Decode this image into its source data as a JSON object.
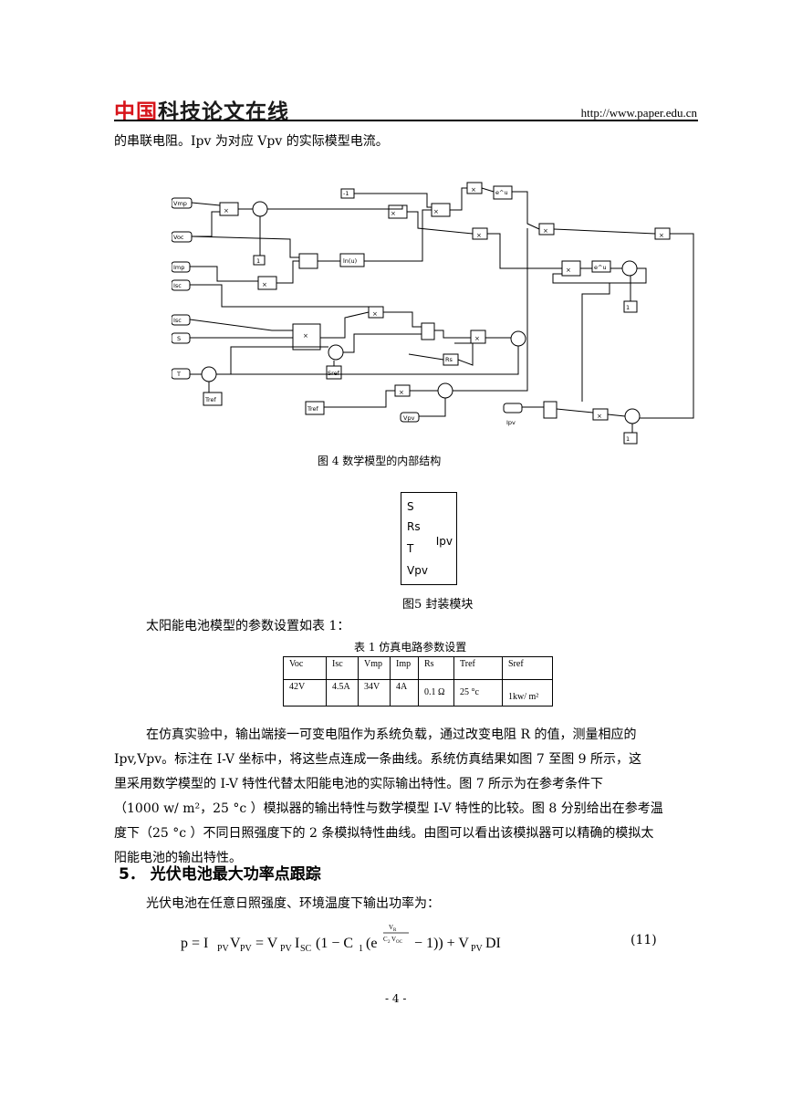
{
  "header": {
    "logo_red": "中国",
    "logo_black": "科技论文在线",
    "url": "http://www.paper.edu.cn"
  },
  "intro_text": "的串联电阻。Ipv 为对应 Vpv 的实际模型电流。",
  "figure4": {
    "caption": "图 4   数学模型的内部结构",
    "blocks": {
      "vmp": "Vmp",
      "voc": "Voc",
      "imp": "Imp",
      "isc1": "Isc",
      "isc2": "Isc",
      "s": "S",
      "t": "T",
      "tref1": "Tref",
      "tref2": "Tref",
      "sref": "Sref",
      "rs": "Rs",
      "vpv": "Vpv",
      "ipv": "Ipv",
      "minus1": "-1",
      "one": "1",
      "ln": "ln(u)",
      "eu": "e^u",
      "port1": "1"
    }
  },
  "figure5": {
    "caption": "图5  封装模块",
    "inputs": [
      "S",
      "Rs",
      "T",
      "Vpv"
    ],
    "output": "Ipv"
  },
  "intro_table": "太阳能电池模型的参数设置如表 1：",
  "table1": {
    "title": "表 1  仿真电路参数设置",
    "headers": [
      "Voc",
      "Isc",
      "Vmp",
      "Imp",
      "Rs",
      "Tref",
      "Sref"
    ],
    "values": [
      "42V",
      "4.5A",
      "34V",
      "4A",
      "0.1 Ω",
      "25 °c",
      "1kw/ m²"
    ]
  },
  "body_paragraph": [
    "在仿真实验中，输出端接一可变电阻作为系统负载，通过改变电阻 R 的值，测量相应的",
    "Ipv,Vpv。标注在 I-V 坐标中，将这些点连成一条曲线。系统仿真结果如图 7 至图 9 所示，这",
    "里采用数学模型的 I-V 特性代替太阳能电池的实际输出特性。图 7 所示为在参考条件下",
    "（1000 w/ m²，25 °c ）模拟器的输出特性与数学模型 I-V 特性的比较。图 8 分别给出在参考温",
    "度下（25 °c ）不同日照强度下的 2 条模拟特性曲线。由图可以看出该模拟器可以精确的模拟太",
    "阳能电池的输出特性。"
  ],
  "section5": {
    "number": "5．",
    "title": "光伏电池最大功率点跟踪",
    "paragraph": "光伏电池在任意日照强度、环境温度下输出功率为："
  },
  "equation": {
    "text": "p = I_PV V_PV = V_PV I_SC (1 − C_1 (e^(V_R / C_2 V_OC) − 1)) + V_PV DI",
    "number": "(11)"
  },
  "page_number": "- 4 -"
}
